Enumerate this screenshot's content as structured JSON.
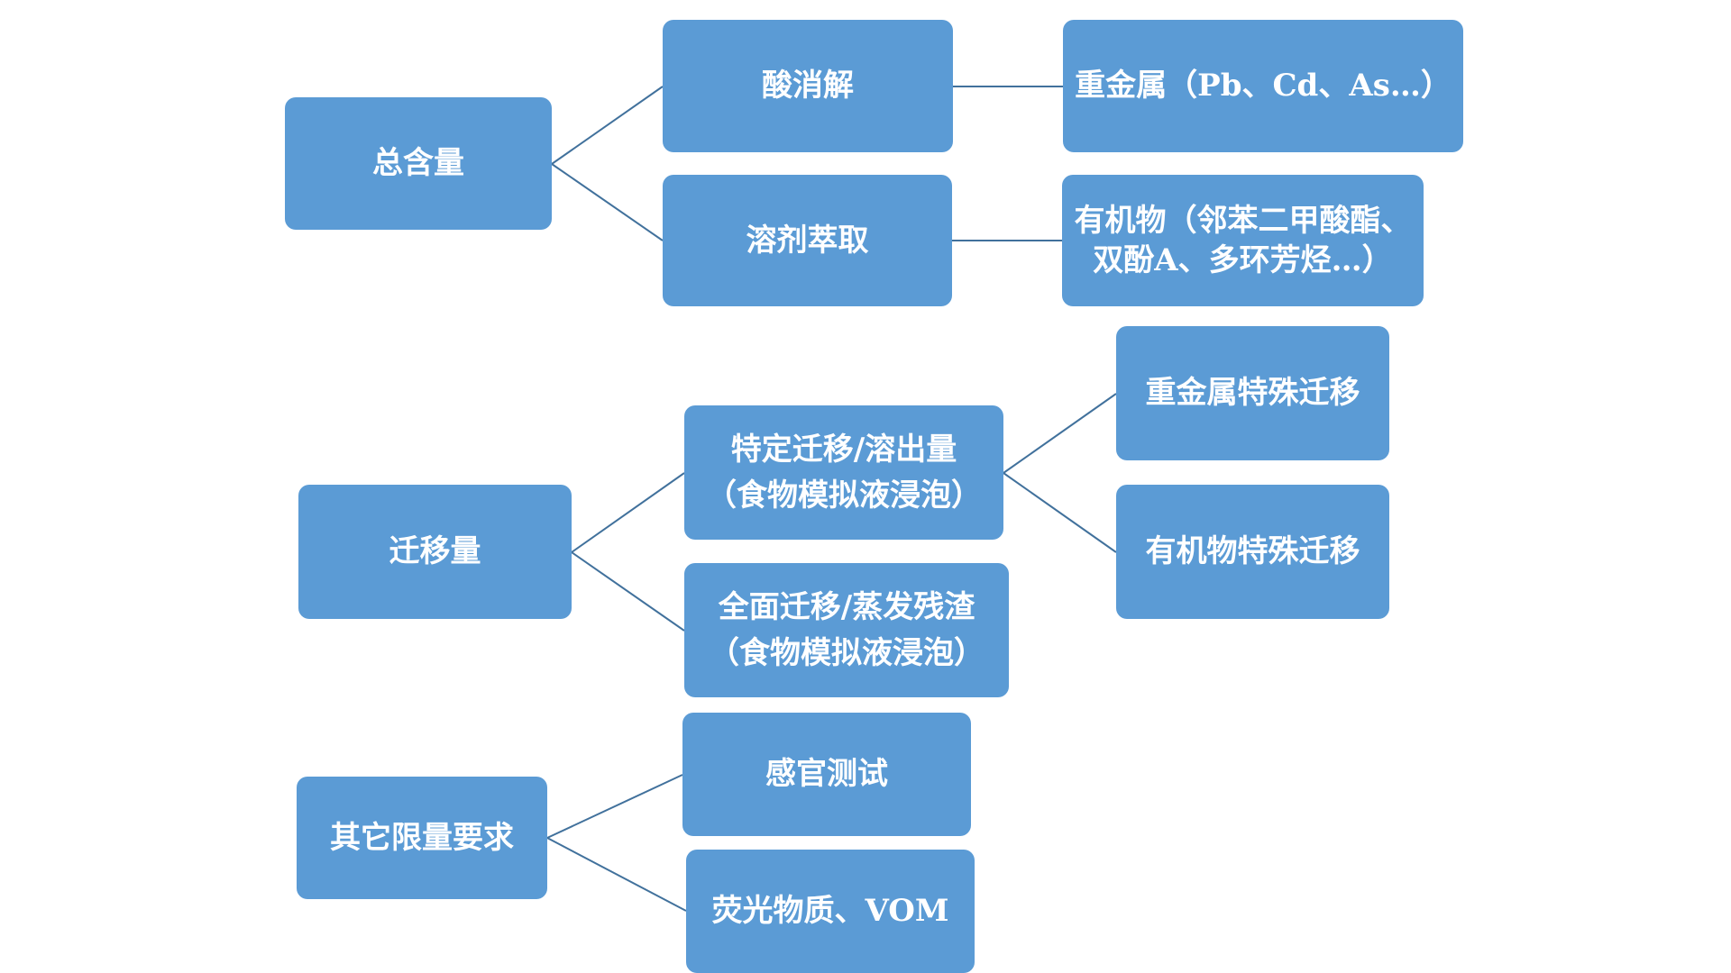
{
  "colors": {
    "node_fill": "#5B9BD5",
    "node_text": "#FFFFFF",
    "connector": "#41719C",
    "background": "#FFFFFF"
  },
  "groups": [
    {
      "root": "总含量",
      "children": [
        {
          "label": "酸消解",
          "children": [
            "重金属（Pb、Cd、As…）"
          ]
        },
        {
          "label": "溶剂萃取",
          "children": [
            "有机物（邻苯二甲酸酯、\n双酚A、多环芳烃…）"
          ]
        }
      ]
    },
    {
      "root": "迁移量",
      "children": [
        {
          "label": "特定迁移/溶出量\n（食物模拟液浸泡）",
          "children": [
            "重金属特殊迁移",
            "有机物特殊迁移"
          ]
        },
        {
          "label": "全面迁移/蒸发残渣\n（食物模拟液浸泡）",
          "children": []
        }
      ]
    },
    {
      "root": "其它限量要求",
      "children": [
        {
          "label": "感官测试",
          "children": []
        },
        {
          "label": "荧光物质、VOM",
          "children": []
        }
      ]
    }
  ]
}
